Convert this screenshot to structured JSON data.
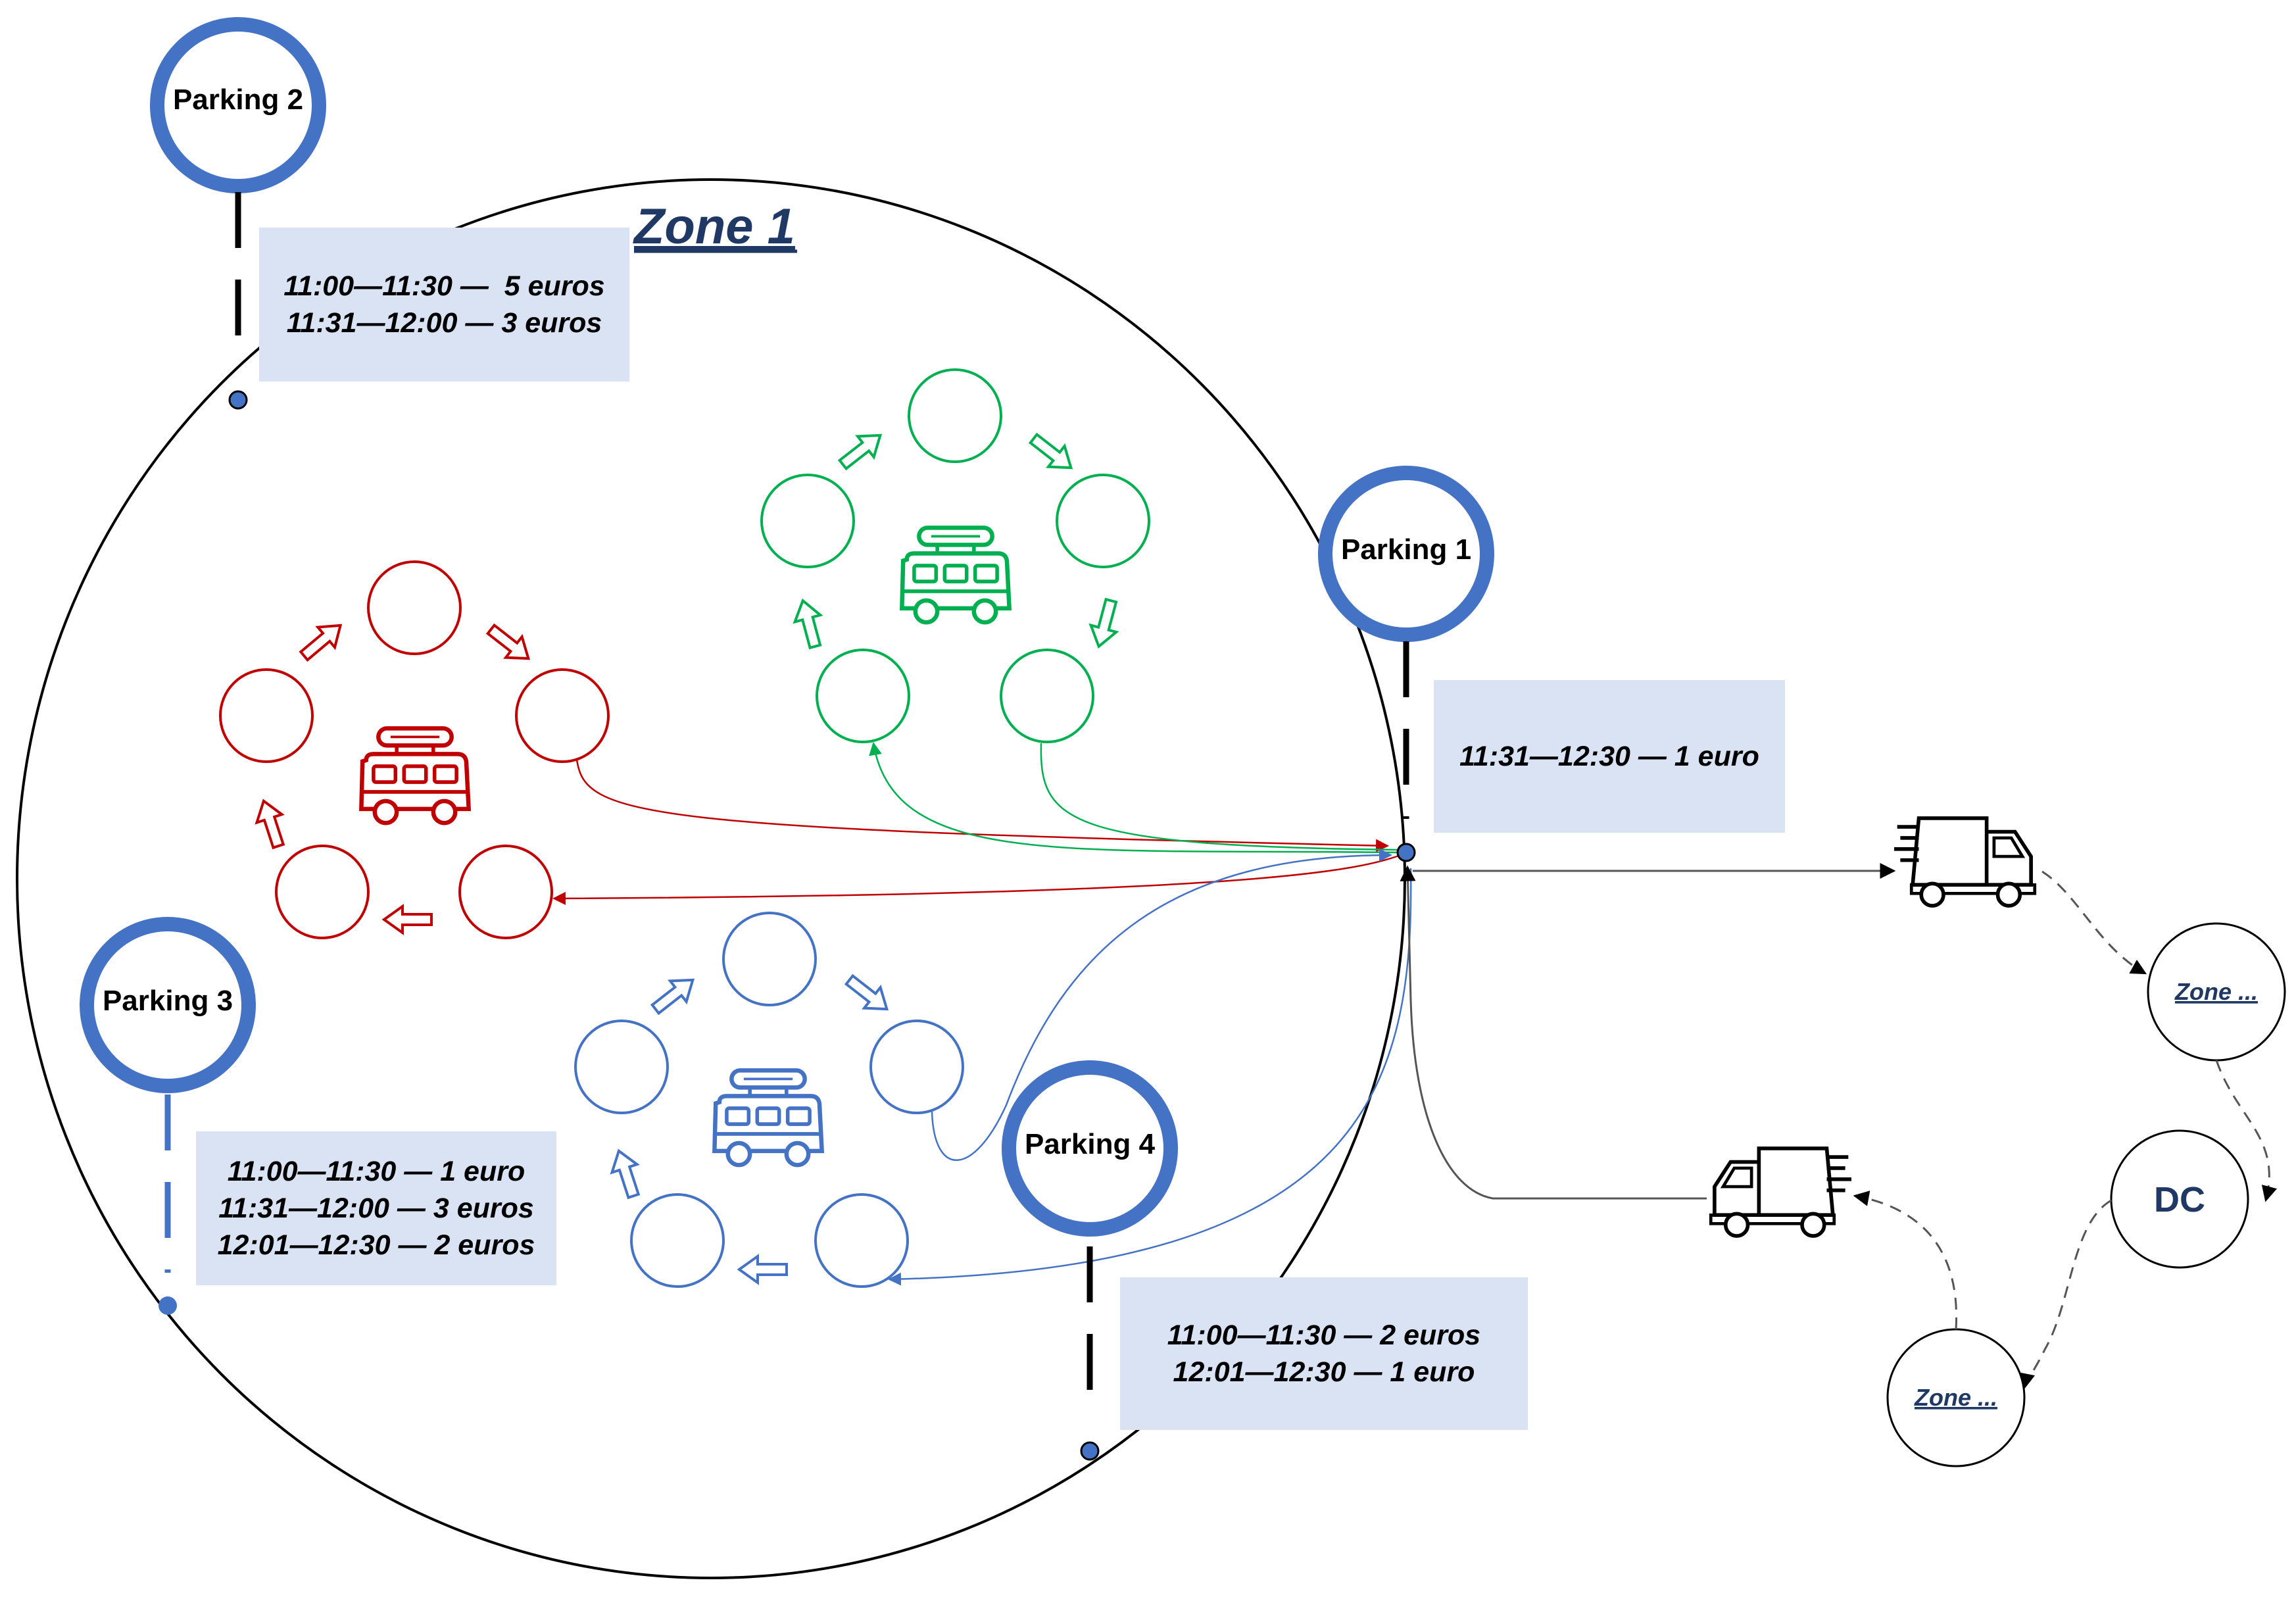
{
  "zone": {
    "title": "Zone 1"
  },
  "parkings": {
    "p1": {
      "label": "Parking 1",
      "prices": [
        "11:31—12:30 — 1 euro"
      ]
    },
    "p2": {
      "label": "Parking 2",
      "prices": [
        "11:00—11:30 —  5 euros",
        "11:31—12:00 — 3 euros"
      ]
    },
    "p3": {
      "label": "Parking 3",
      "prices": [
        "11:00—11:30 — 1 euro",
        "11:31—12:00 — 3 euros",
        "12:01—12:30 — 2 euros"
      ]
    },
    "p4": {
      "label": "Parking 4",
      "prices": [
        "11:00—11:30 — 2 euros",
        "12:01—12:30 — 1 euro"
      ]
    }
  },
  "external": {
    "zone_a": "Zone ...",
    "zone_b": "Zone ...",
    "dc": "DC"
  },
  "colors": {
    "parking_ring": "#4472c4",
    "price_box": "#dae3f3",
    "red_route": "#c00000",
    "green_route": "#00b050",
    "blue_route": "#4472c4",
    "zone_text": "#1f3864"
  },
  "icons": {
    "route_vehicle": "van-with-surfboard-icon",
    "delivery_vehicle": "delivery-truck-icon"
  }
}
